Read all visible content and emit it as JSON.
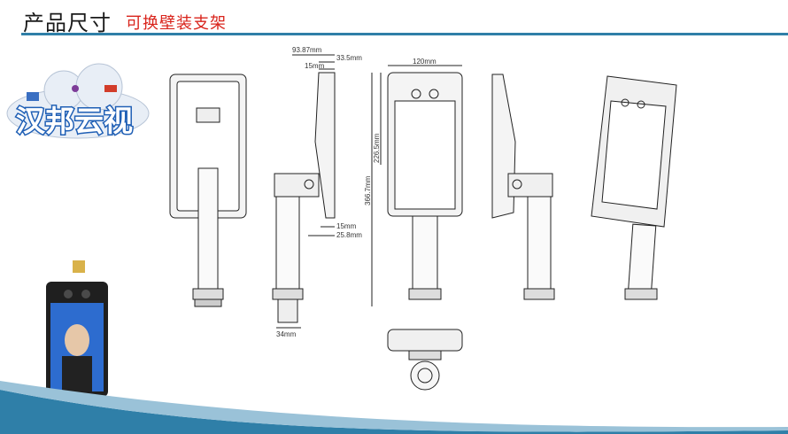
{
  "header": {
    "title": "产品尺寸",
    "subtitle": "可换壁装支架",
    "rule_color": "#2f7fa8",
    "subtitle_color": "#d9241c"
  },
  "logo": {
    "text": "汉邦云视",
    "color": "#1f5fb5"
  },
  "dimensions": {
    "top_width": "93.87mm",
    "top_depth_small": "33.5mm",
    "side_thickness_top": "15mm",
    "front_width": "120mm",
    "screen_height": "226.5mm",
    "total_height": "366.7mm",
    "side_thickness_bottom": "15mm",
    "bracket_depth": "25.8mm",
    "pole_diameter": "34mm"
  }
}
